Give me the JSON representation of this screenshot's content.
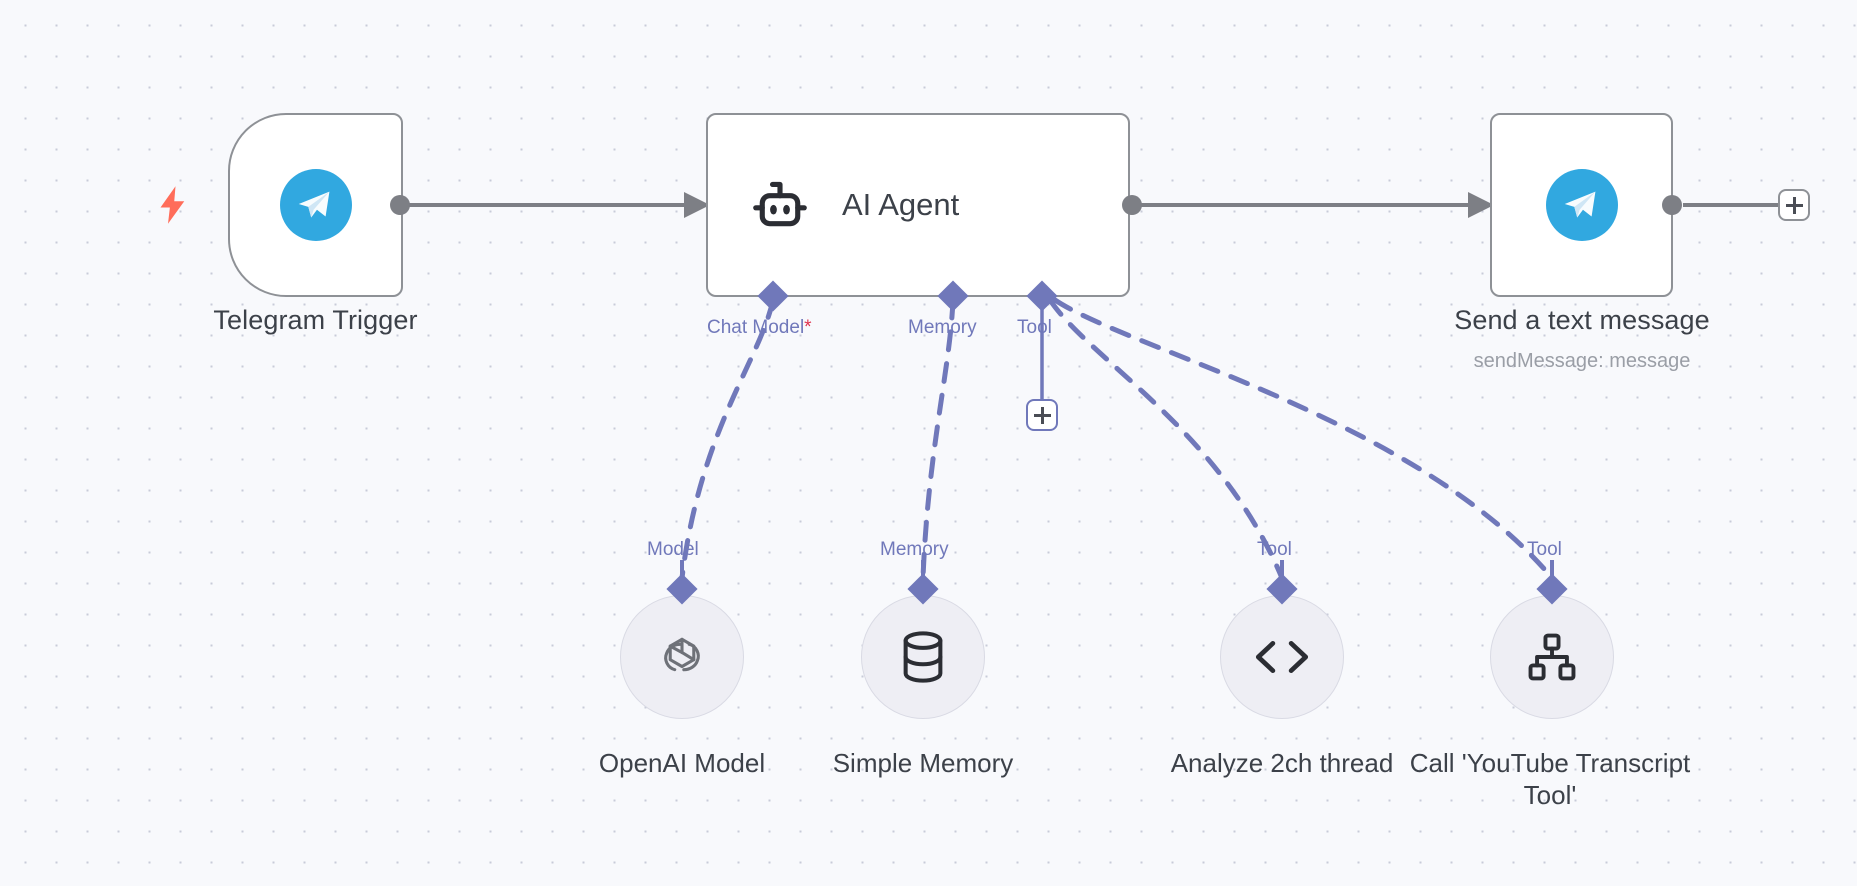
{
  "canvas": {
    "background_color": "#f8f9fc",
    "grid_dot_color": "#c8cbd9",
    "accent_connector_color": "#7078ba",
    "node_border_color": "#8e9196",
    "trigger_bolt_color": "#ff6d5a",
    "telegram_blue": "#31a8e0",
    "required_marker_color": "#e0344f"
  },
  "nodes": [
    {
      "id": "telegram-trigger",
      "title": "Telegram Trigger",
      "subtitle": "",
      "icon": "telegram-icon",
      "kind": "trigger",
      "has_bolt": true
    },
    {
      "id": "ai-agent",
      "title": "AI Agent",
      "subtitle": "",
      "icon": "robot-icon",
      "kind": "agent",
      "inline_label": "AI Agent"
    },
    {
      "id": "send-a-text-message",
      "title": "Send a text message",
      "subtitle": "sendMessage: message",
      "icon": "telegram-icon",
      "kind": "action"
    }
  ],
  "agent_ports": [
    {
      "id": "chat-model",
      "label": "Chat Model",
      "required": true,
      "required_marker": "*"
    },
    {
      "id": "memory",
      "label": "Memory",
      "required": false,
      "required_marker": ""
    },
    {
      "id": "tool",
      "label": "Tool",
      "required": false,
      "required_marker": ""
    }
  ],
  "sub_nodes": [
    {
      "id": "openai-model",
      "port_label": "Model",
      "title": "OpenAI Model",
      "icon": "openai-icon"
    },
    {
      "id": "simple-memory",
      "port_label": "Memory",
      "title": "Simple Memory",
      "icon": "database-icon"
    },
    {
      "id": "analyze-2ch",
      "port_label": "Tool",
      "title": "Analyze 2ch thread",
      "icon": "code-brackets-icon"
    },
    {
      "id": "youtube-tool",
      "port_label": "Tool",
      "title": "Call 'YouTube Transcript Tool'",
      "icon": "sitemap-icon"
    }
  ],
  "buttons": {
    "add_tool_label": "+",
    "add_next_node_label": "+"
  }
}
